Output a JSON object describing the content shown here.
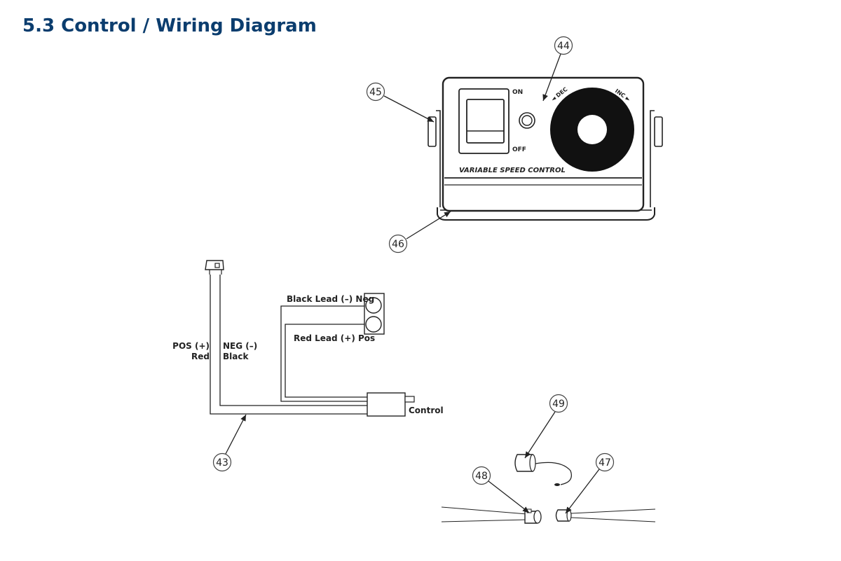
{
  "page": {
    "title": "5.3 Control / Wiring Diagram"
  },
  "control_panel": {
    "switch_on": "ON",
    "switch_off": "OFF",
    "dial_dec": "◄ DEC",
    "dial_inc": "INC ►",
    "panel_label": "VARIABLE SPEED CONTROL"
  },
  "wiring": {
    "black_lead": "Black Lead (–) Neg",
    "red_lead": "Red Lead (+) Pos",
    "pos_label_1": "POS (+)",
    "pos_label_2": "Red",
    "neg_label_1": "NEG (–)",
    "neg_label_2": "Black",
    "control_label": "Control"
  },
  "callouts": [
    "43",
    "44",
    "45",
    "46",
    "47",
    "48",
    "49"
  ]
}
